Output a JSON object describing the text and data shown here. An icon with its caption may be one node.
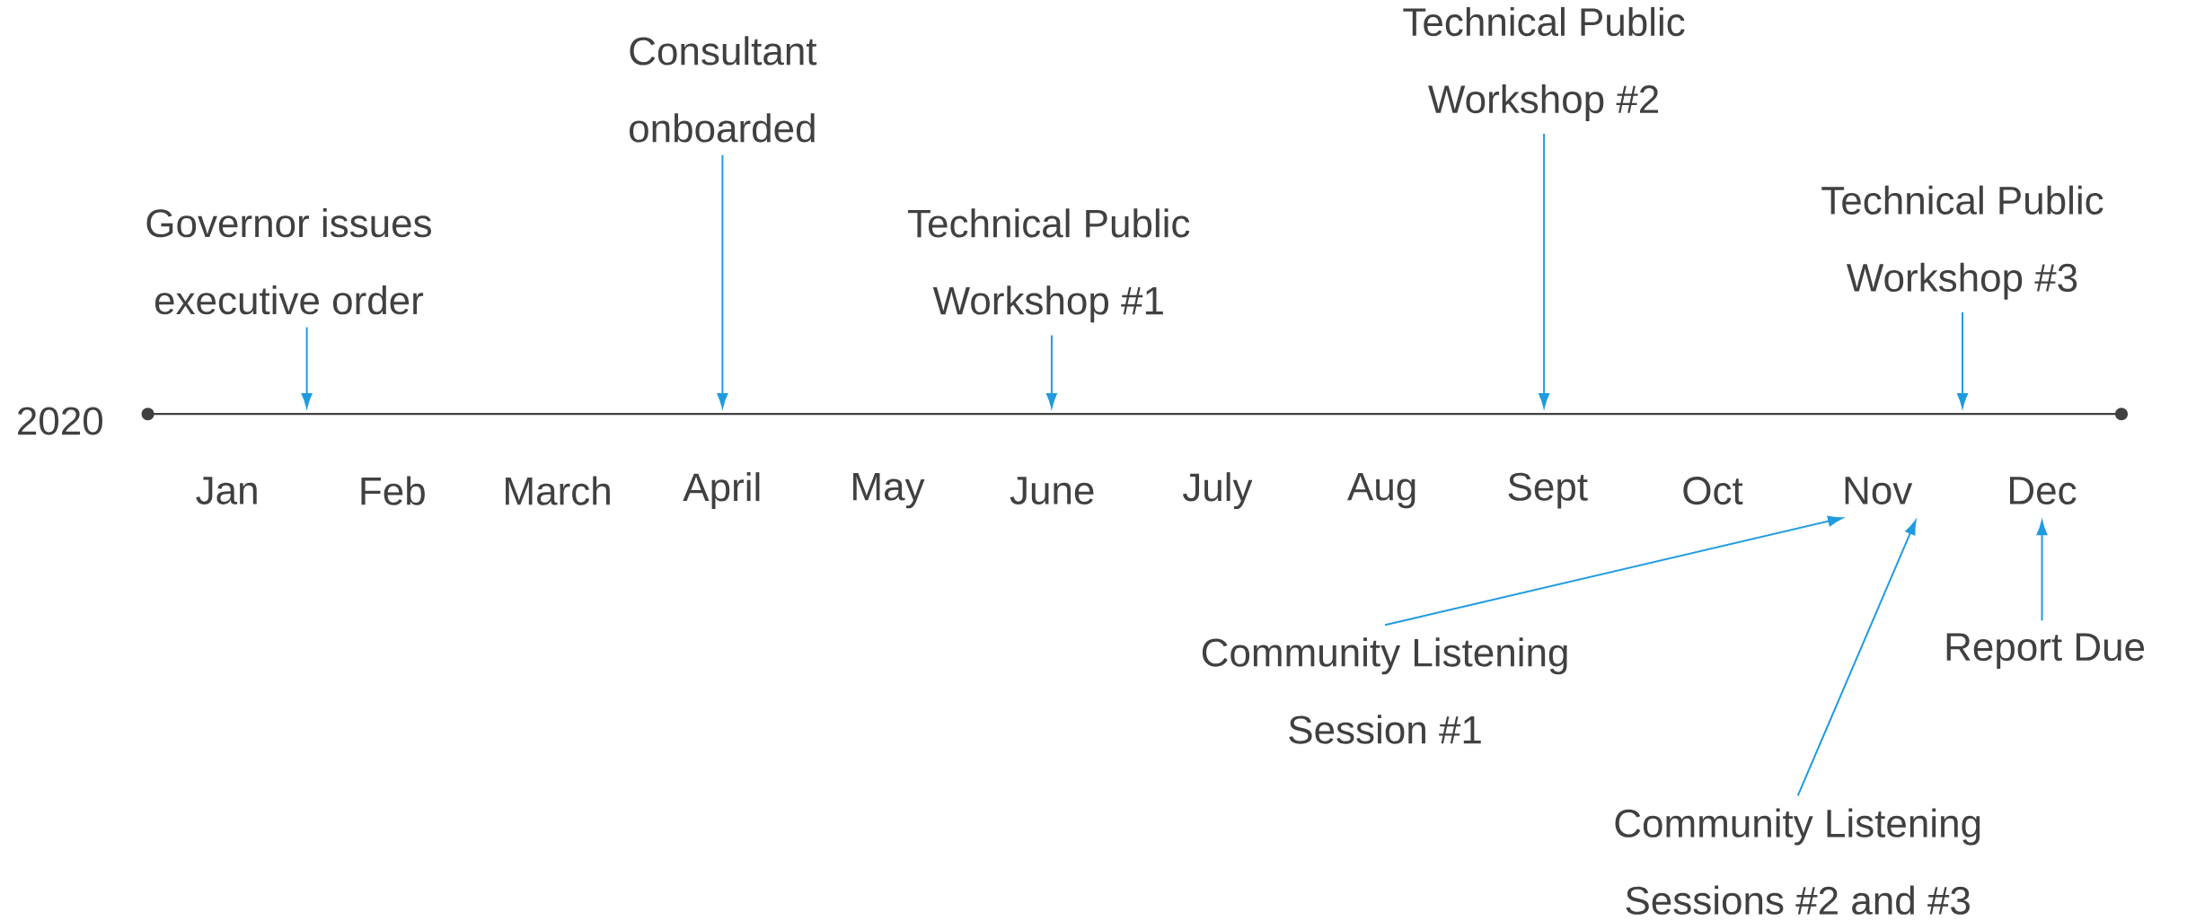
{
  "diagram": {
    "nodes": [
      {
        "text": [
          "Governor issues executive order"
        ]
      },
      {
        "text": [
          "Consultant onboarded"
        ]
      },
      {
        "text": [
          "Technical Public Workshop #1"
        ]
      },
      {
        "text": [
          "Technical Public Workshop #2"
        ]
      },
      {
        "text": [
          "Technical Public Workshop #3"
        ]
      },
      {
        "text": [
          "Community Listening Session #1"
        ]
      },
      {
        "text": [
          "Community Listening Sessions #2 and #3"
        ]
      },
      {
        "text": [
          "Report Due"
        ]
      },
      {
        "text": [
          "Nov"
        ]
      },
      {
        "text": [
          "Dec"
        ]
      }
    ],
    "edges": [
      {
        "from": 0,
        "to": null,
        "arrow": "to"
      },
      {
        "from": 1,
        "to": null,
        "arrow": "to"
      },
      {
        "from": 2,
        "to": null,
        "arrow": "to"
      },
      {
        "from": 3,
        "to": null,
        "arrow": "to"
      },
      {
        "from": 4,
        "to": null,
        "arrow": "to"
      },
      {
        "from": 5,
        "to": 8,
        "arrow": "to"
      },
      {
        "from": 6,
        "to": 8,
        "arrow": "to"
      },
      {
        "from": 7,
        "to": 9,
        "arrow": "to"
      }
    ],
    "labels": [
      "2020",
      "Jan",
      "Feb",
      "March",
      "April",
      "May",
      "June",
      "July",
      "Aug",
      "Sept",
      "Oct"
    ]
  }
}
